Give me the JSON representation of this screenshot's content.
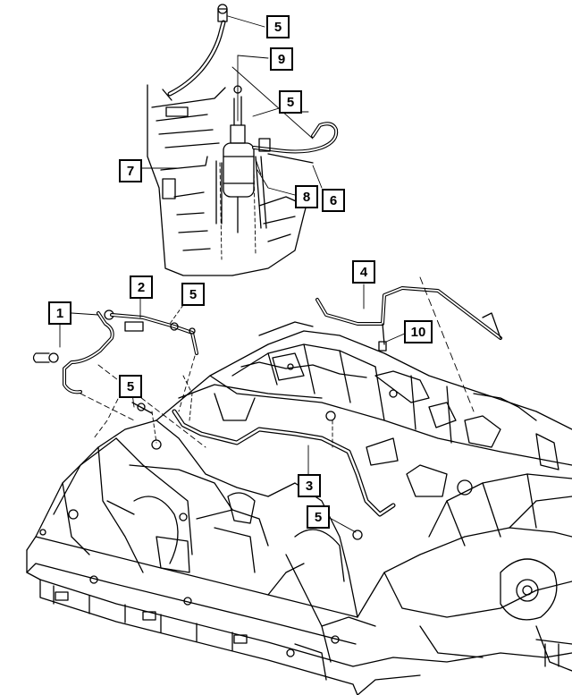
{
  "callouts": {
    "c5_top": "5",
    "c9": "9",
    "c5_drier": "5",
    "c7": "7",
    "c8": "8",
    "c6": "6",
    "c1": "1",
    "c2": "2",
    "c5_left_top": "5",
    "c4": "4",
    "c10": "10",
    "c5_left_mid": "5",
    "c3": "3",
    "c5_bottom": "5"
  },
  "colors": {
    "line": "#000000",
    "background": "#ffffff"
  }
}
